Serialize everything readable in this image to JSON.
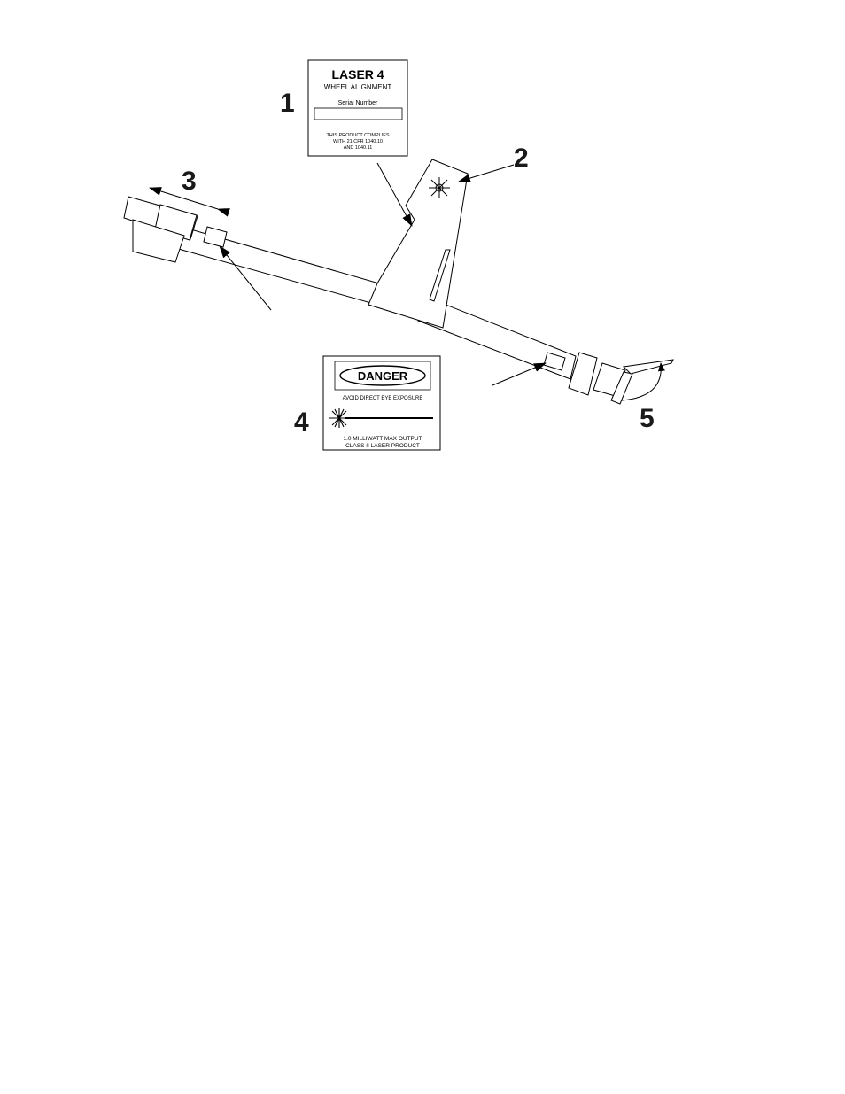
{
  "label_1": {
    "title": "LASER 4",
    "subtitle": "WHEEL ALIGNMENT",
    "serial_label": "Serial Number",
    "compliance_line1": "THIS PRODUCT COMPLIES",
    "compliance_line2": "WITH 21 CFR 1040.10",
    "compliance_line3": "AND 1040.11"
  },
  "label_4": {
    "danger": "DANGER",
    "warning": "AVOID DIRECT EYE EXPOSURE",
    "output_line1": "1.0 MILLIWATT MAX OUTPUT",
    "output_line2": "CLASS II LASER PRODUCT"
  },
  "callouts": {
    "c1": "1",
    "c2": "2",
    "c3": "3",
    "c4": "4",
    "c5": "5"
  },
  "icons": {
    "laser_aperture": "starburst-icon",
    "laser_hazard": "laser-starburst-icon"
  },
  "colors": {
    "line": "#000000",
    "background": "#ffffff"
  }
}
